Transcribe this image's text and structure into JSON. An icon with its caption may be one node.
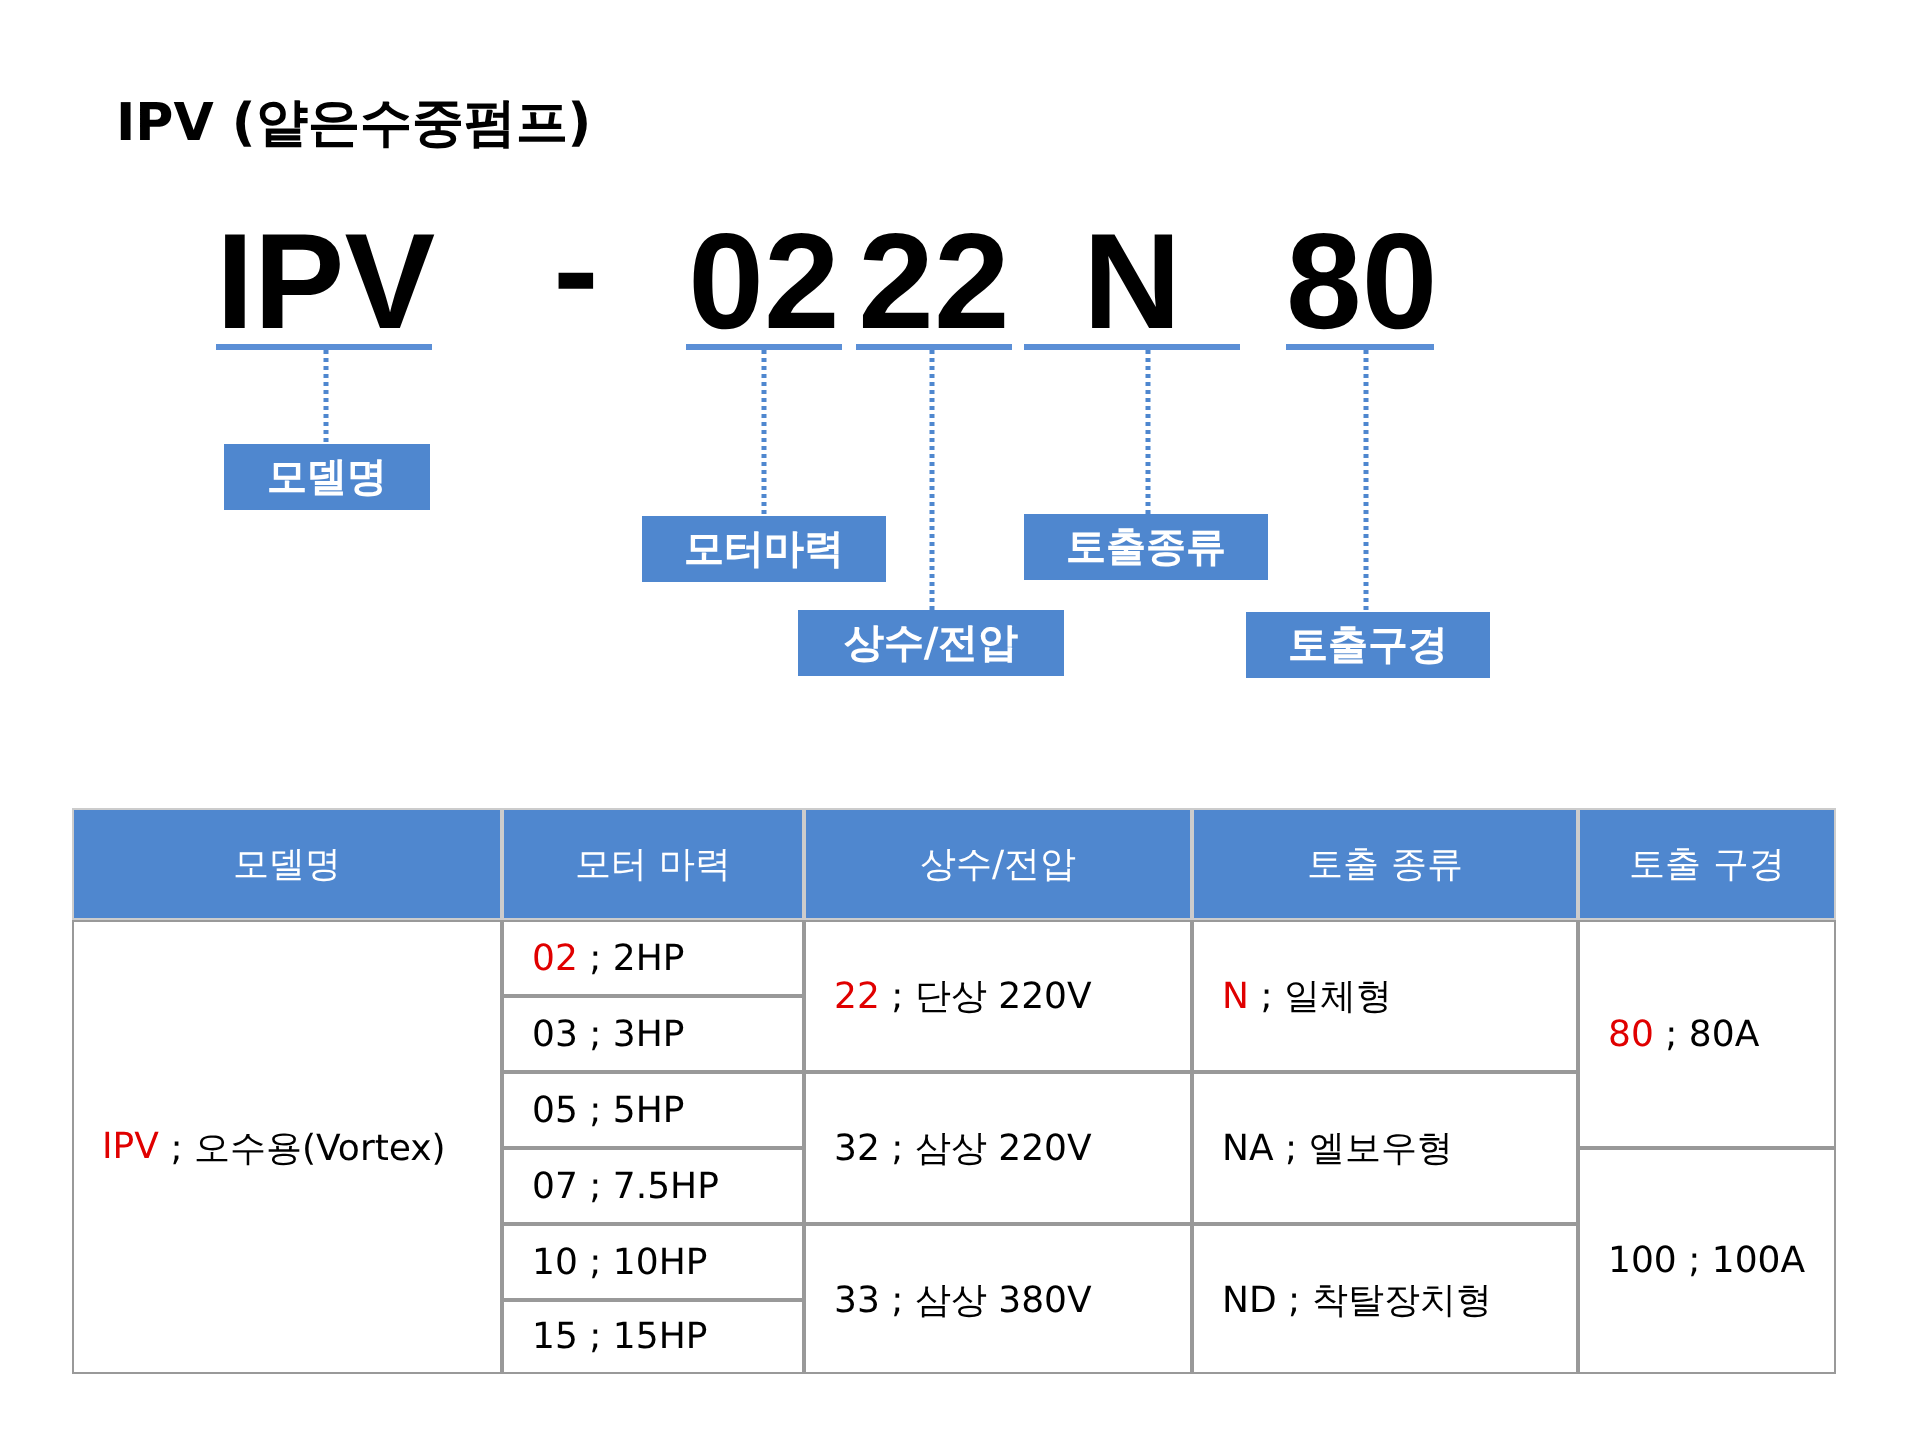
{
  "diagram": {
    "title": "IPV (얕은수중펌프)",
    "nodes": [
      {
        "text": [
          "IPV"
        ]
      },
      {
        "text": [
          "02"
        ]
      },
      {
        "text": [
          "22"
        ]
      },
      {
        "text": [
          "N"
        ]
      },
      {
        "text": [
          "80"
        ]
      },
      {
        "text": [
          "모델명"
        ]
      },
      {
        "text": [
          "모터마력"
        ]
      },
      {
        "text": [
          "상수/전압"
        ]
      },
      {
        "text": [
          "토출종류"
        ]
      },
      {
        "text": [
          "토출구경"
        ]
      }
    ],
    "edges": [
      {
        "from": 0,
        "to": 5,
        "arrow": "none"
      },
      {
        "from": 1,
        "to": 6,
        "arrow": "none"
      },
      {
        "from": 2,
        "to": 7,
        "arrow": "none"
      },
      {
        "from": 3,
        "to": 8,
        "arrow": "none"
      },
      {
        "from": 4,
        "to": 9,
        "arrow": "none"
      }
    ],
    "labels": [
      "-",
      "모델명",
      "모터 마력",
      "상수/전압",
      "토출 종류",
      "토출 구경",
      "02 ; 2HP",
      "22 ; 단상 220V",
      "N ; 일체형",
      "03 ; 3HP",
      "80 ; 80A",
      "05 ; 5HP",
      "IPV ; 오수용(Vortex)",
      "32 ; 삼상 220V",
      "NA ; 엘보우형",
      "07 ; 7.5HP",
      "10 ; 10HP",
      "100 ; 100A",
      "33 ; 삼상 380V",
      "ND ; 착탈장치형",
      "15 ; 15HP"
    ]
  }
}
